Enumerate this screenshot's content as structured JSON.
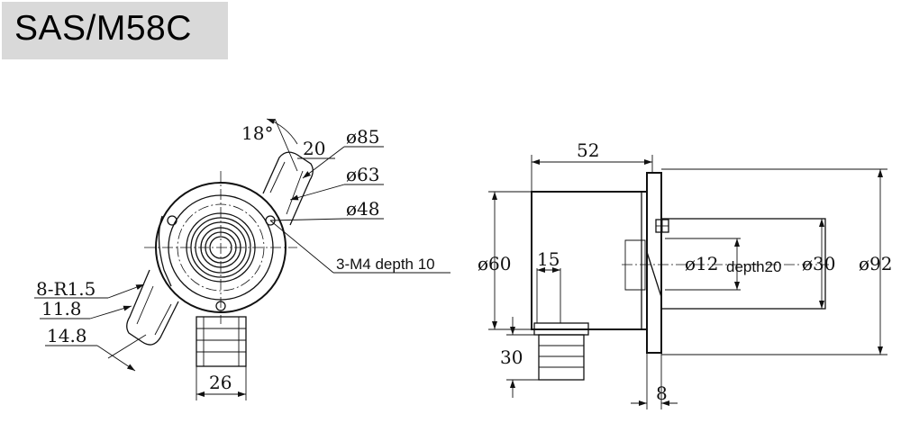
{
  "title": "SAS/M58C",
  "front_view": {
    "angle": "18°",
    "slot": "20",
    "dia_outer": "ø85",
    "dia_mid": "ø63",
    "dia_inner": "ø48",
    "holes": "3-M4 depth 10",
    "radius": "8-R1.5",
    "dim_11_8": "11.8",
    "dim_14_8": "14.8",
    "width_26": "26"
  },
  "side_view": {
    "length_52": "52",
    "dia_60": "ø60",
    "dim_15": "15",
    "dim_30": "30",
    "bore": "ø12",
    "bore_depth": "depth20",
    "dia_30": "ø30",
    "dia_92": "ø92",
    "dim_8": "8"
  }
}
